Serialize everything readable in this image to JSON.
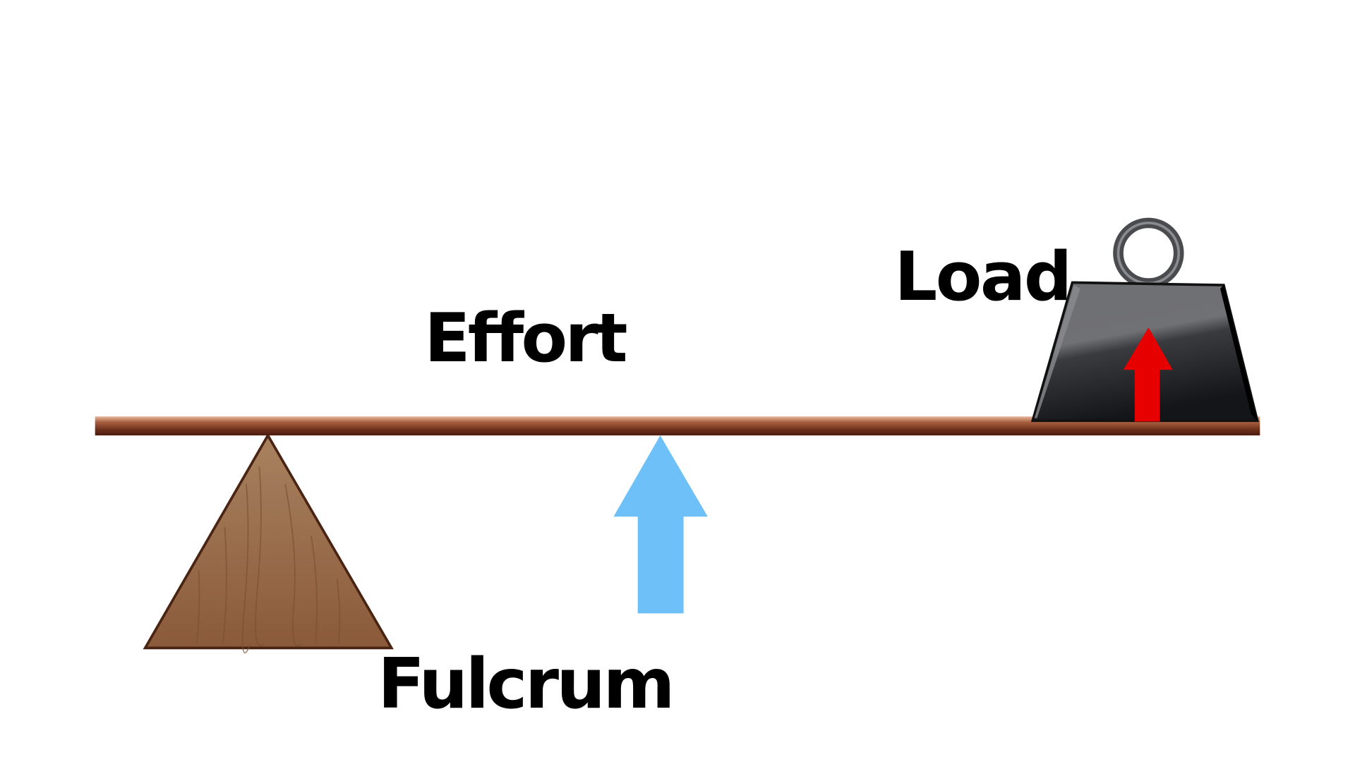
{
  "labels": {
    "load": "Load",
    "effort": "Effort",
    "fulcrum": "Fulcrum"
  },
  "colors": {
    "beam": "#6b2f1a",
    "fulcrum": "#9a6a48",
    "effort_arrow": "#6ec1f8",
    "load_arrow": "#e60000",
    "weight": "#4a4b4e"
  }
}
